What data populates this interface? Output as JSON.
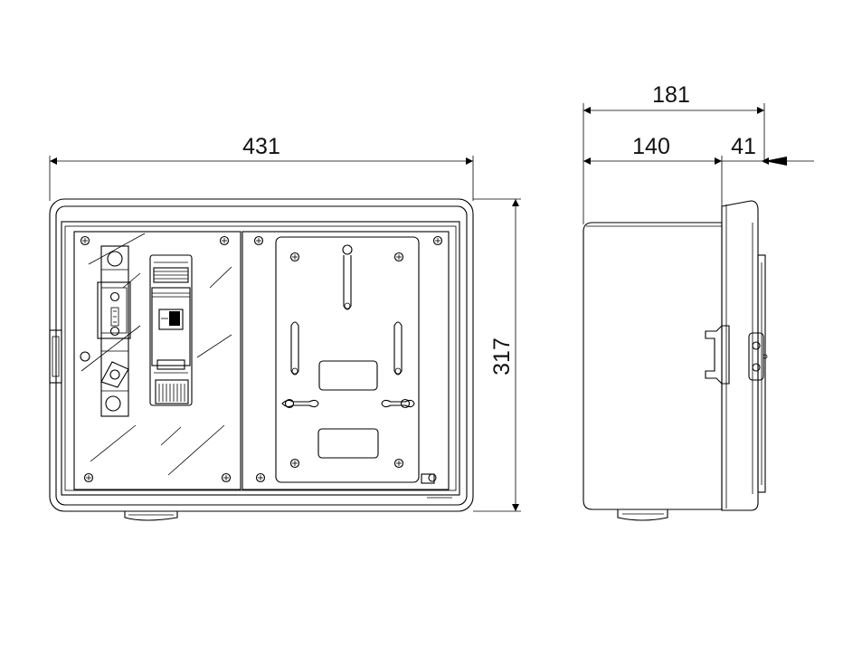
{
  "dimensions": {
    "front_width": "431",
    "front_height": "317",
    "side_total_depth": "181",
    "side_body_depth": "140",
    "side_cover_depth": "41"
  }
}
